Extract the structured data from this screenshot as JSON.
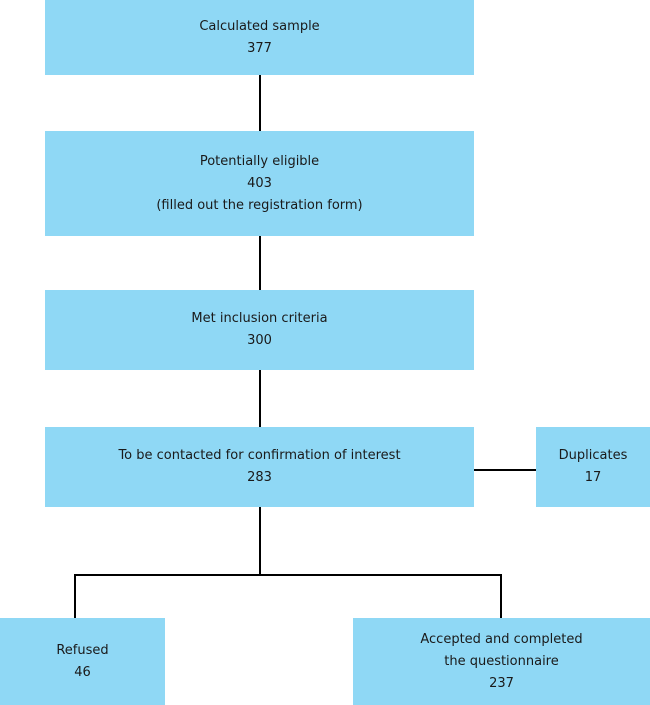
{
  "flowchart": {
    "calculated": {
      "label": "Calculated sample",
      "count": "377"
    },
    "eligible": {
      "label": "Potentially eligible",
      "count": "403",
      "note": "(filled out the registration form)"
    },
    "criteria": {
      "label": "Met inclusion criteria",
      "count": "300"
    },
    "contacted": {
      "label": "To be contacted for confirmation of interest",
      "count": "283"
    },
    "duplicates": {
      "label": "Duplicates",
      "count": "17"
    },
    "refused": {
      "label": "Refused",
      "count": "46"
    },
    "accepted": {
      "label_line1": "Accepted and completed",
      "label_line2": "the questionnaire",
      "count": "237"
    }
  },
  "colors": {
    "box_fill": "#8fd8f5",
    "connector": "#000000"
  }
}
